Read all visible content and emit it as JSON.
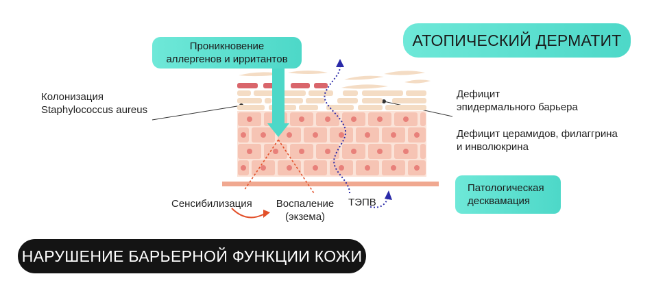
{
  "title": "АТОПИЧЕСКИЙ ДЕРМАТИТ",
  "penetration": [
    "Проникновение",
    "аллергенов и ирритантов"
  ],
  "colonization": [
    "Колонизация",
    "Staphylococcus aureus"
  ],
  "barrier_deficit": [
    "Дефицит",
    "эпидермального барьера"
  ],
  "ceramide_deficit": [
    "Дефицит церамидов, филаггрина",
    "и инволюкрина"
  ],
  "desquamation": [
    "Патологическая",
    "десквамация"
  ],
  "sensitization": "Сенсибилизация",
  "inflammation": [
    "Воспаление",
    "(экзема)"
  ],
  "tewl": "ТЭПВ",
  "bottom_banner": "НАРУШЕНИЕ БАРЬЕРНОЙ ФУНКЦИИ КОЖИ",
  "colors": {
    "teal": "#4dd8c8",
    "cell_fill": "#f6c4b4",
    "cell_nucleus": "#e8807a",
    "flake": "#f4dcc4",
    "red_flake": "#d9656b",
    "dermis_line": "#f0a890",
    "blue_dots": "#2a2aa8",
    "orange_path": "#e2502a"
  }
}
